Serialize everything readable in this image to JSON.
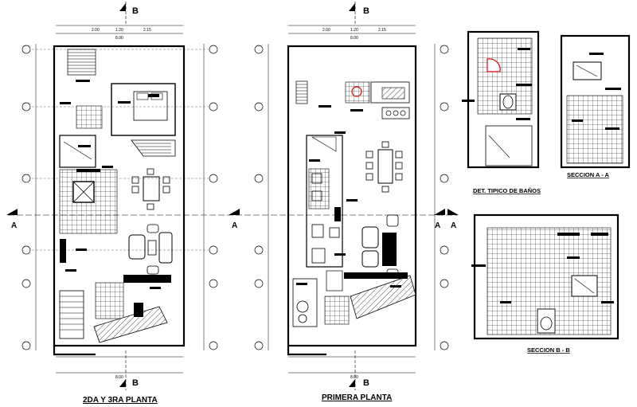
{
  "section_markers": {
    "b_top_left": "B",
    "b_top_right": "B",
    "b_bottom_left": "B",
    "b_bottom_right": "B",
    "a_left": "A",
    "a_mid_left": "A",
    "a_mid_right": "A",
    "a_right": "A"
  },
  "titles": {
    "plan_upper": "2DA Y 3RA PLANTA",
    "plan_ground": "PRIMERA PLANTA",
    "bath_detail": "DET. TIPICO DE BAÑOS",
    "section_a": "SECCION A - A",
    "section_b": "SECCION B - B"
  },
  "colors": {
    "line": "#000000",
    "background": "#ffffff",
    "accent_red": "#e00000"
  }
}
